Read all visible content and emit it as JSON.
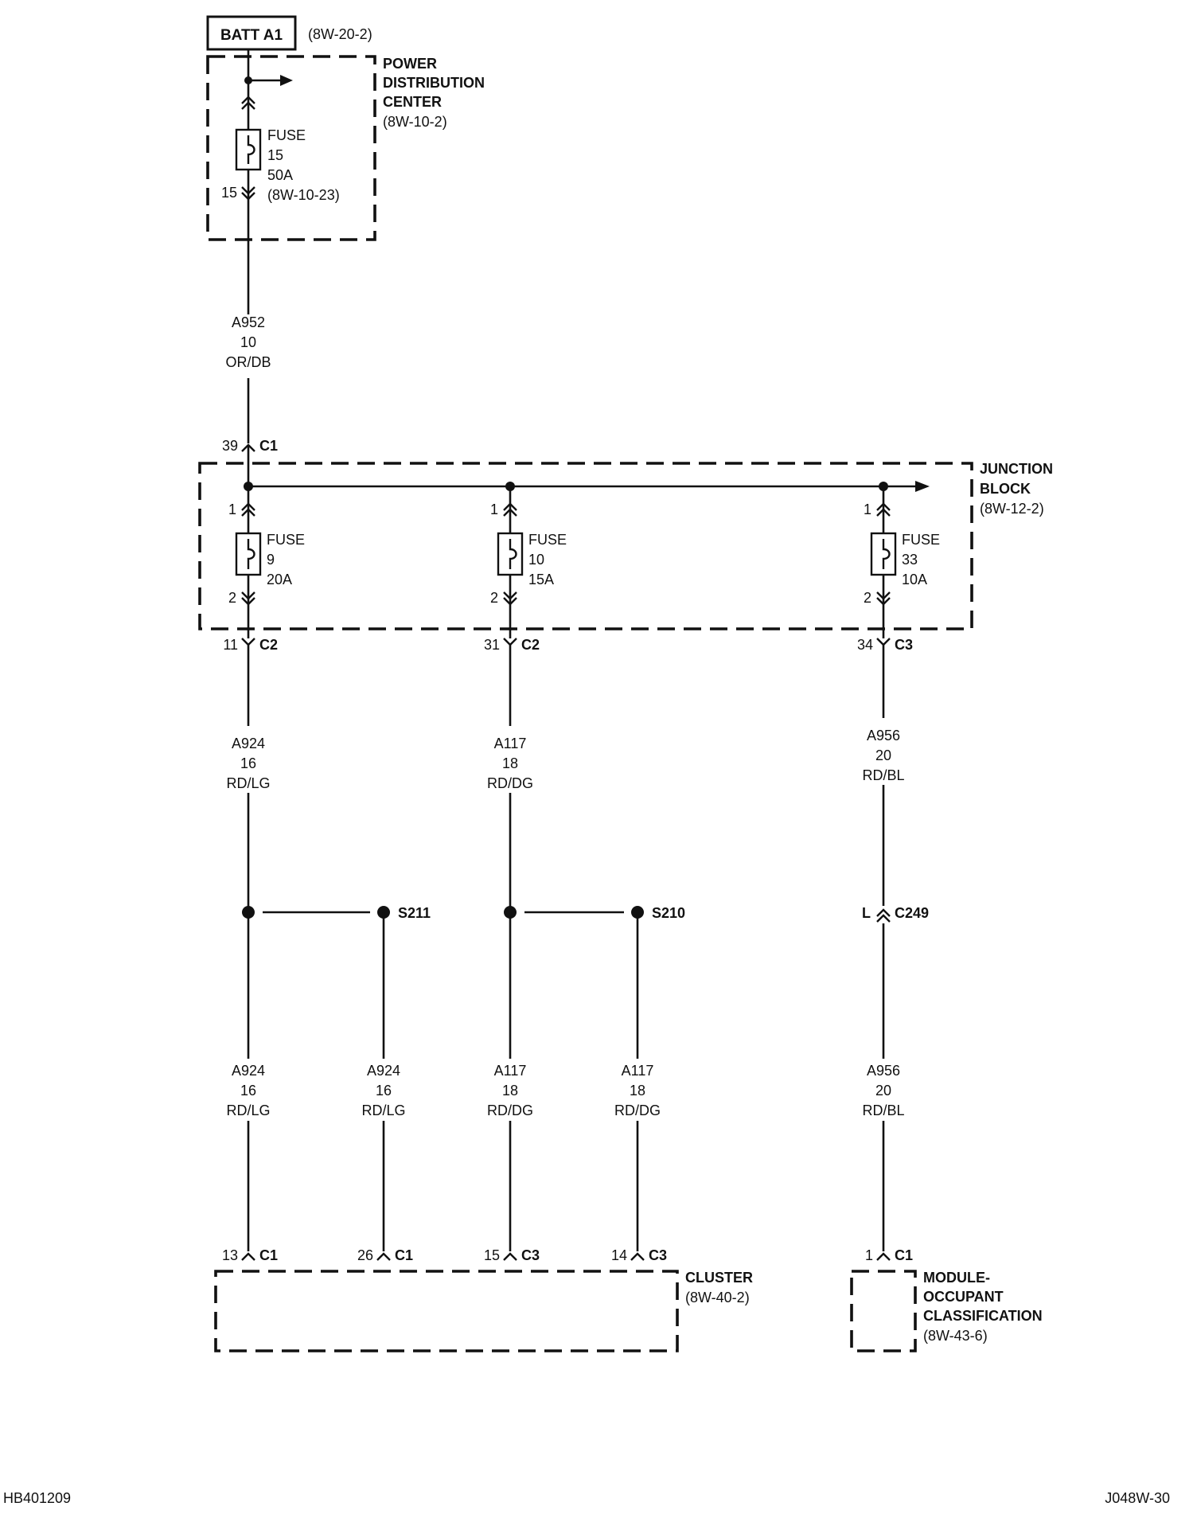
{
  "battery": {
    "label": "BATT A1",
    "ref": "(8W-20-2)"
  },
  "pdc": {
    "title_lines": [
      "POWER",
      "DISTRIBUTION",
      "CENTER"
    ],
    "ref": "(8W-10-2)",
    "fuse": {
      "lines": [
        "FUSE",
        "15",
        "50A",
        "(8W-10-23)"
      ],
      "out_pin": "15"
    }
  },
  "wire_main": {
    "circuit": "A952",
    "gauge": "10",
    "color": "OR/DB"
  },
  "jb_input": {
    "pin": "39",
    "connector": "C1"
  },
  "junction_block": {
    "title_lines": [
      "JUNCTION",
      "BLOCK"
    ],
    "ref": "(8W-12-2)",
    "fuses": [
      {
        "lines": [
          "FUSE",
          "9",
          "20A"
        ],
        "pin_in": "1",
        "pin_out": "2",
        "out_pin": "11",
        "out_conn": "C2"
      },
      {
        "lines": [
          "FUSE",
          "10",
          "15A"
        ],
        "pin_in": "1",
        "pin_out": "2",
        "out_pin": "31",
        "out_conn": "C2"
      },
      {
        "lines": [
          "FUSE",
          "33",
          "10A"
        ],
        "pin_in": "1",
        "pin_out": "2",
        "out_pin": "34",
        "out_conn": "C3"
      }
    ]
  },
  "wires_upper": [
    {
      "circuit": "A924",
      "gauge": "16",
      "color": "RD/LG"
    },
    {
      "circuit": "A117",
      "gauge": "18",
      "color": "RD/DG"
    },
    {
      "circuit": "A956",
      "gauge": "20",
      "color": "RD/BL"
    }
  ],
  "splices": {
    "s211": "S211",
    "s210": "S210"
  },
  "inline_connector": {
    "pin": "L",
    "connector": "C249"
  },
  "wires_lower": [
    {
      "circuit": "A924",
      "gauge": "16",
      "color": "RD/LG"
    },
    {
      "circuit": "A924",
      "gauge": "16",
      "color": "RD/LG"
    },
    {
      "circuit": "A117",
      "gauge": "18",
      "color": "RD/DG"
    },
    {
      "circuit": "A117",
      "gauge": "18",
      "color": "RD/DG"
    },
    {
      "circuit": "A956",
      "gauge": "20",
      "color": "RD/BL"
    }
  ],
  "bottom_connectors": [
    {
      "pin": "13",
      "connector": "C1"
    },
    {
      "pin": "26",
      "connector": "C1"
    },
    {
      "pin": "15",
      "connector": "C3"
    },
    {
      "pin": "14",
      "connector": "C3"
    },
    {
      "pin": "1",
      "connector": "C1"
    }
  ],
  "cluster": {
    "title": "CLUSTER",
    "ref": "(8W-40-2)"
  },
  "occupant_module": {
    "title_lines": [
      "MODULE-",
      "OCCUPANT",
      "CLASSIFICATION"
    ],
    "ref": "(8W-43-6)"
  },
  "footer": {
    "left": "HB401209",
    "right": "J048W-30"
  }
}
